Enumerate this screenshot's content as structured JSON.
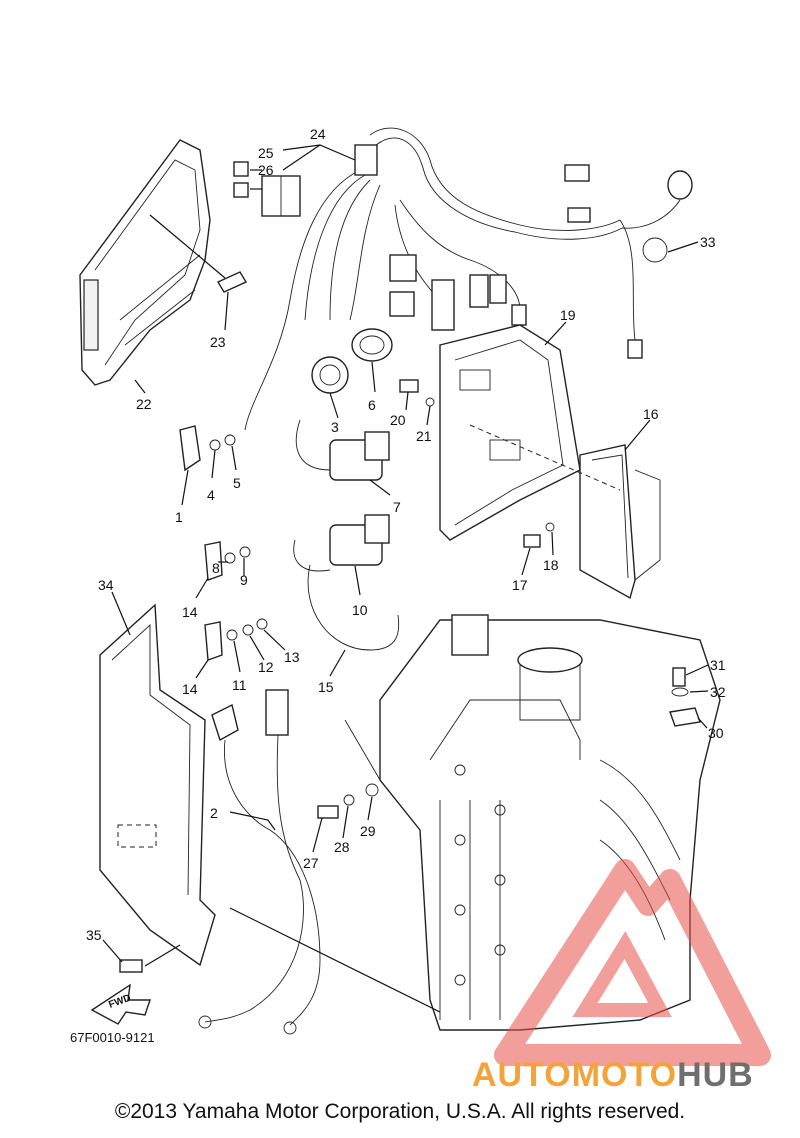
{
  "diagram": {
    "callouts": [
      "1",
      "2",
      "3",
      "4",
      "5",
      "6",
      "7",
      "8",
      "9",
      "10",
      "11",
      "12",
      "13",
      "14",
      "14",
      "15",
      "16",
      "17",
      "18",
      "19",
      "20",
      "21",
      "22",
      "23",
      "24",
      "25",
      "26",
      "27",
      "28",
      "29",
      "30",
      "31",
      "32",
      "33",
      "34",
      "35"
    ],
    "fwd_label": "FWD",
    "figure_code": "67F0010-9121"
  },
  "watermark": {
    "brand_part1": "AUTOMOTO",
    "brand_part2": "HUB",
    "color_accent": "#f4a23a",
    "color_triangle": "#e8504a",
    "color_gray": "#6f6f6f"
  },
  "footer": {
    "copyright": "©2013 Yamaha Motor Corporation, U.S.A. All rights reserved."
  }
}
